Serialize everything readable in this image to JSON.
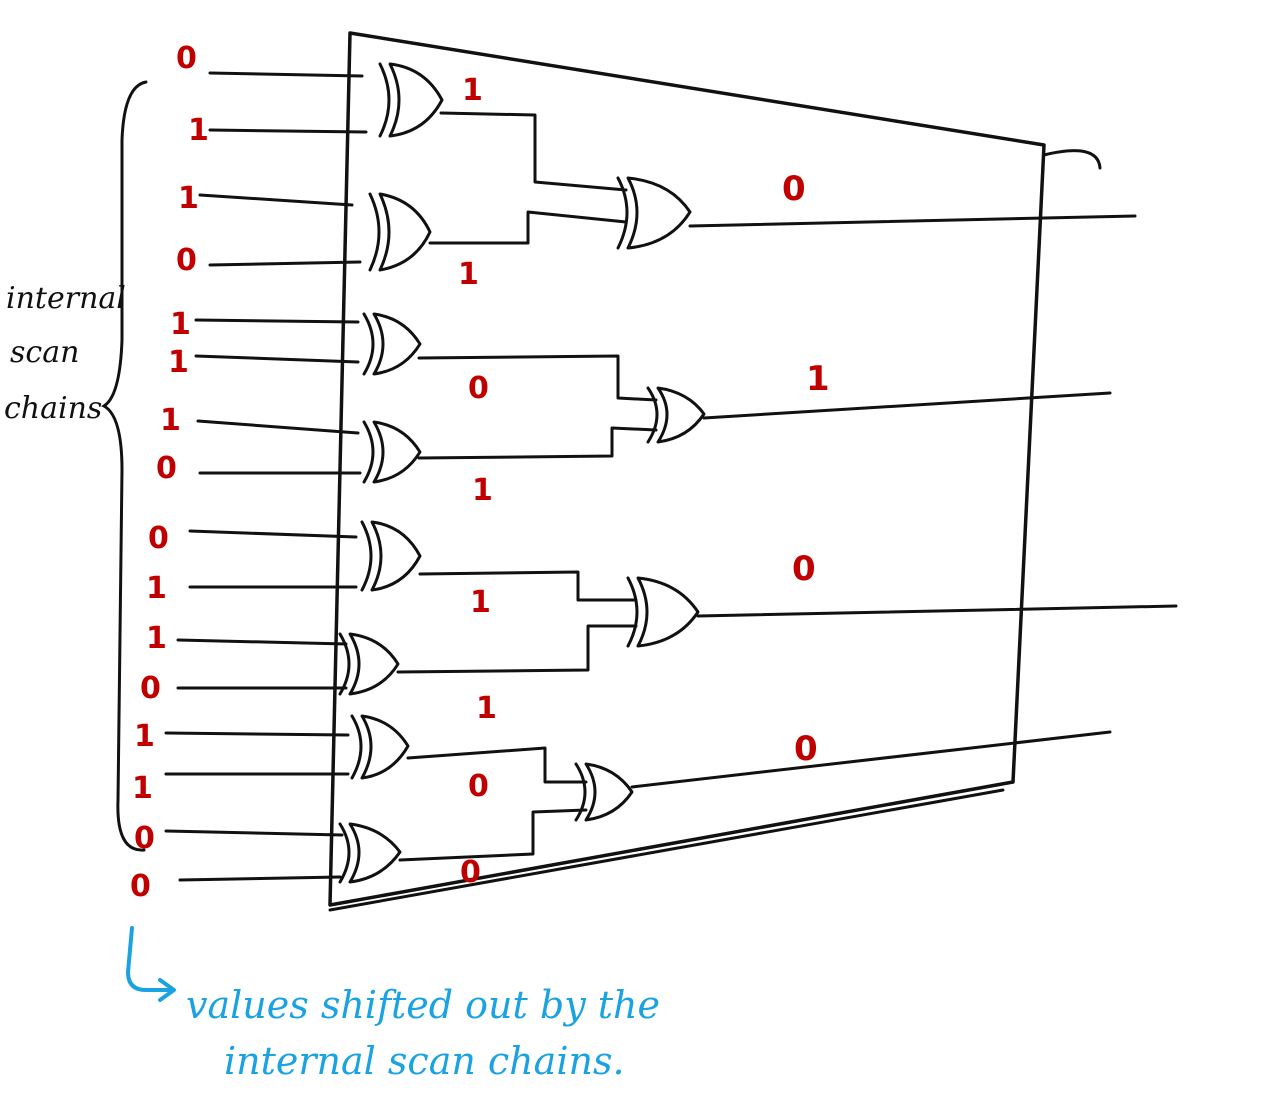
{
  "inputs": {
    "bits": [
      "0",
      "1",
      "1",
      "0",
      "1",
      "1",
      "1",
      "0",
      "0",
      "1",
      "1",
      "0",
      "1",
      "1",
      "0",
      "0"
    ]
  },
  "stage1": {
    "bits": [
      "1",
      "1",
      "0",
      "1",
      "1",
      "1",
      "0",
      "0"
    ]
  },
  "outputs": {
    "bits": [
      "0",
      "1",
      "0",
      "0"
    ]
  },
  "labels": {
    "internal_scan_chain": [
      "internal",
      "scan",
      "chains"
    ],
    "note_line1": "values shifted out by the",
    "note_line2": "internal scan chains."
  },
  "colors": {
    "bit_text": "#c00000",
    "note_text": "#1aa3e0",
    "ink": "#111111"
  }
}
